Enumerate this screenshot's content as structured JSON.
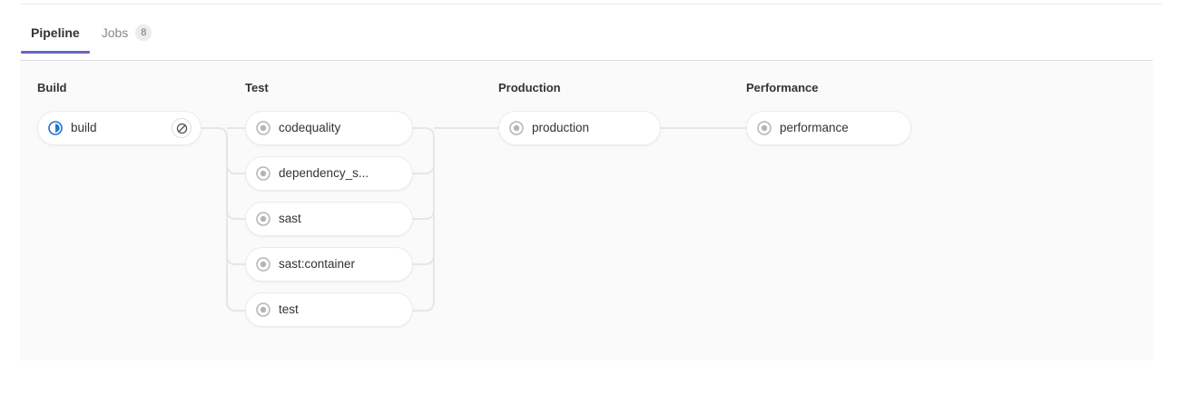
{
  "tabs": [
    {
      "label": "Pipeline",
      "active": true,
      "badge": null,
      "name": "tab-pipeline"
    },
    {
      "label": "Jobs",
      "active": false,
      "badge": "8",
      "name": "tab-jobs"
    }
  ],
  "colors": {
    "accent": "#6666c4",
    "canvas_bg": "#fafafa",
    "pill_border": "#ececef",
    "connector": "#e6e6e6",
    "status_running": "#1f75cb",
    "status_created": "#b5b5b5",
    "text": "#333238",
    "text_muted": "#89888d"
  },
  "pipeline": {
    "stages": [
      {
        "name": "Build",
        "jobs": [
          {
            "name": "build",
            "status": "running",
            "status_icon": "status-running-icon",
            "action": "cancel",
            "action_icon": "cancel-icon"
          }
        ]
      },
      {
        "name": "Test",
        "jobs": [
          {
            "name": "codequality",
            "status": "created",
            "status_icon": "status-created-icon",
            "action": null,
            "action_icon": null
          },
          {
            "name": "dependency_s...",
            "status": "created",
            "status_icon": "status-created-icon",
            "action": null,
            "action_icon": null
          },
          {
            "name": "sast",
            "status": "created",
            "status_icon": "status-created-icon",
            "action": null,
            "action_icon": null
          },
          {
            "name": "sast:container",
            "status": "created",
            "status_icon": "status-created-icon",
            "action": null,
            "action_icon": null
          },
          {
            "name": "test",
            "status": "created",
            "status_icon": "status-created-icon",
            "action": null,
            "action_icon": null
          }
        ]
      },
      {
        "name": "Production",
        "jobs": [
          {
            "name": "production",
            "status": "created",
            "status_icon": "status-created-icon",
            "action": null,
            "action_icon": null
          }
        ]
      },
      {
        "name": "Performance",
        "jobs": [
          {
            "name": "performance",
            "status": "created",
            "status_icon": "status-created-icon",
            "action": null,
            "action_icon": null
          }
        ]
      }
    ]
  }
}
